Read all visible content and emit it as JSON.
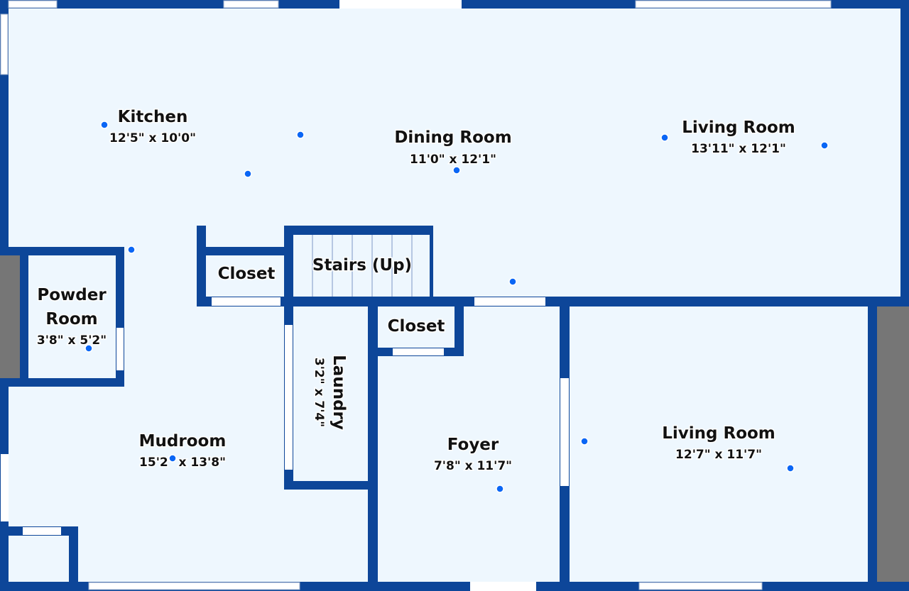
{
  "rooms": {
    "kitchen": {
      "name": "Kitchen",
      "dims": "12'5\" x 10'0\""
    },
    "dining": {
      "name": "Dining Room",
      "dims": "11'0\" x 12'1\""
    },
    "living_upper": {
      "name": "Living Room",
      "dims": "13'11\" x 12'1\""
    },
    "powder": {
      "name_line1": "Powder",
      "name_line2": "Room",
      "dims": "3'8\" x 5'2\""
    },
    "closet_left": {
      "name": "Closet"
    },
    "stairs": {
      "name": "Stairs (Up)"
    },
    "closet_foyer": {
      "name": "Closet"
    },
    "laundry": {
      "name": "Laundry",
      "dims": "3'2\" x 7'4\""
    },
    "mudroom": {
      "name": "Mudroom",
      "dims": "15'2\" x 13'8\""
    },
    "foyer": {
      "name": "Foyer",
      "dims": "7'8\" x 11'7\""
    },
    "living_lower": {
      "name": "Living Room",
      "dims": "12'7\" x 11'7\""
    }
  },
  "colors": {
    "wall": "#0d4699",
    "floor": "#eef7fe",
    "exterior": "#767676",
    "marker": "#0a66f5"
  }
}
